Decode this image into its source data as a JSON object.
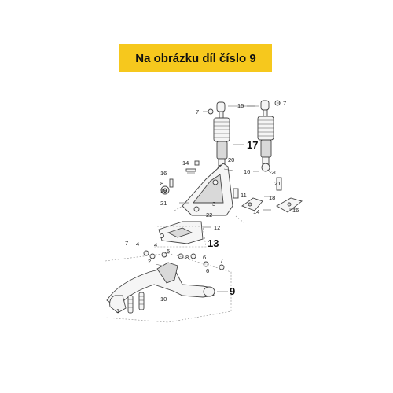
{
  "header": {
    "title": "Na obrázku díl číslo 9"
  },
  "callouts": {
    "n1": "1",
    "n2": "2",
    "n3": "3",
    "n4": "4",
    "n5": "5",
    "n6": "6",
    "n7": "7",
    "n8": "8",
    "n9": "9",
    "n10": "10",
    "n11": "11",
    "n12": "12",
    "n13": "13",
    "n14": "14",
    "n15": "15",
    "n16": "16",
    "n17": "17",
    "n18": "18",
    "n19": "19",
    "n20": "20",
    "n21": "21",
    "n22": "22"
  },
  "colors": {
    "banner": "#f6c81d",
    "line": "#444444"
  }
}
